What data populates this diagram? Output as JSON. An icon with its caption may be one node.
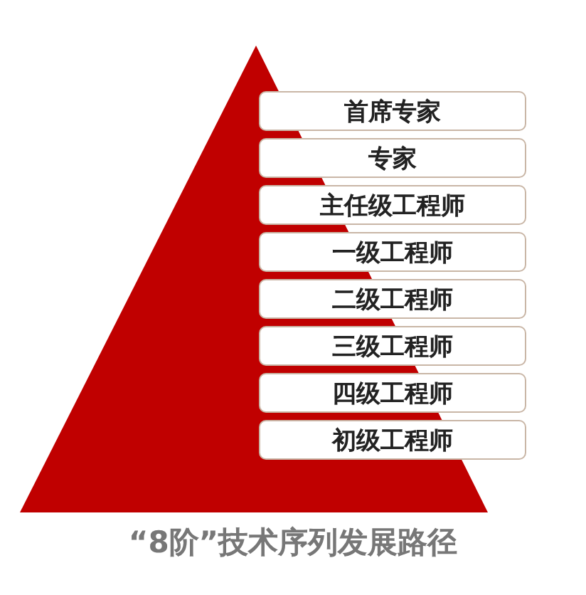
{
  "diagram": {
    "caption": "“8阶”技术序列发展路径",
    "nodes": [
      {
        "text": [
          "首席专家"
        ]
      },
      {
        "text": [
          "专家"
        ]
      },
      {
        "text": [
          "主任级工程师"
        ]
      },
      {
        "text": [
          "一级工程师"
        ]
      },
      {
        "text": [
          "二级工程师"
        ]
      },
      {
        "text": [
          "三级工程师"
        ]
      },
      {
        "text": [
          "四级工程师"
        ]
      },
      {
        "text": [
          "初级工程师"
        ]
      }
    ]
  }
}
